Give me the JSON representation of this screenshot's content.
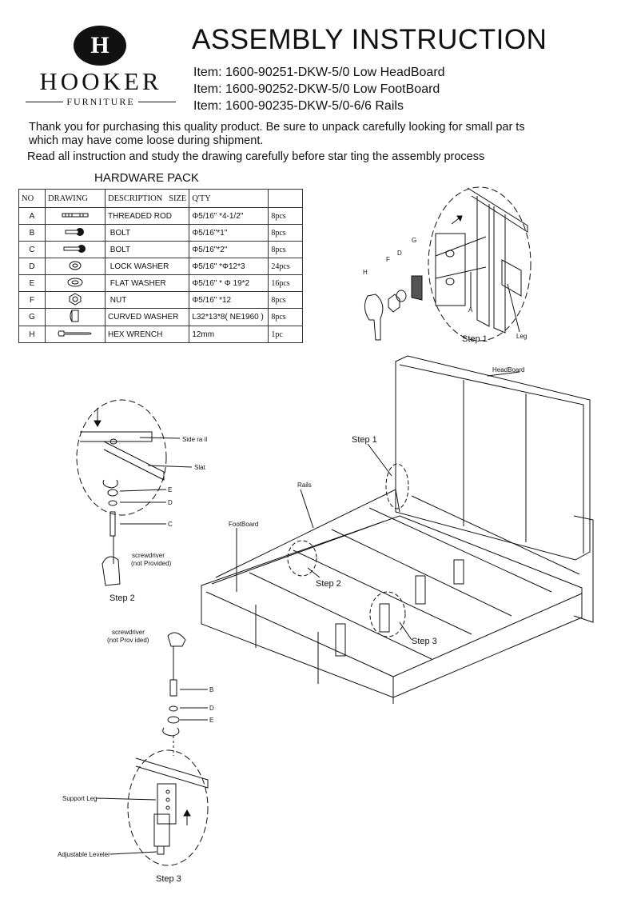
{
  "brand": {
    "logo_letter": "H",
    "name": "HOOKER",
    "sub": "FURNITURE"
  },
  "title": "ASSEMBLY INSTRUCTION",
  "items": [
    "Item: 1600-90251-DKW-5/0 Low HeadBoard",
    "Item: 1600-90252-DKW-5/0 Low FootBoard",
    "Item: 1600-90235-DKW-5/0-6/6 Rails"
  ],
  "intro_line1": "Thank you for purchasing this quality product. Be sure to unpack carefully looking for small par   ts",
  "intro_line2": "which may have come loose during  shipment.",
  "intro_line3": "Read all instruction and study the drawing carefully before star  ting the assembly process",
  "hardware": {
    "title": "HARDWARE PACK",
    "headers": {
      "no": "NO",
      "drawing": "DRAWING",
      "description": "DESCRIPTION",
      "size": "SIZE",
      "qty": "Q'TY"
    },
    "rows": [
      {
        "no": "A",
        "desc": "THREADED ROD",
        "size": "Φ5/16\" *4-1/2\"",
        "qty": "8pcs",
        "icon": "threaded-rod"
      },
      {
        "no": "B",
        "desc": "BOLT",
        "size": "Φ5/16\"*1\"",
        "qty": "8pcs",
        "icon": "bolt"
      },
      {
        "no": "C",
        "desc": "BOLT",
        "size": "Φ5/16\"*2\"",
        "qty": "8pcs",
        "icon": "bolt"
      },
      {
        "no": "D",
        "desc": "LOCK WASHER",
        "size": "Φ5/16\" *Φ12*3",
        "qty": "24pcs",
        "icon": "lock-washer"
      },
      {
        "no": "E",
        "desc": "FLAT WASHER",
        "size": "Φ5/16\" * Φ 19*2",
        "qty": "16pcs",
        "icon": "flat-washer"
      },
      {
        "no": "F",
        "desc": "NUT",
        "size": "Φ5/16\" *12",
        "qty": "8pcs",
        "icon": "nut"
      },
      {
        "no": "G",
        "desc": "CURVED WASHER",
        "size": "L32*13*8( NE1960 )",
        "qty": "8pcs",
        "icon": "curved-washer"
      },
      {
        "no": "H",
        "desc": "HEX WRENCH",
        "size": "12mm",
        "qty": "1pc",
        "icon": "hex-wrench"
      }
    ]
  },
  "labels": {
    "step1": "Step 1",
    "step1b": "Step 1",
    "step2": "Step 2",
    "step2b": "Step 2",
    "step3": "Step 3",
    "step3b": "Step 3",
    "leg": "Leg",
    "headboard": "HeadBoard",
    "footboard": "FootBoard",
    "rails": "Rails",
    "side_rail": "Side ra il",
    "slat": "Slat",
    "screwdriver1": "screwdriver",
    "not_provided1": "(not Provided)",
    "screwdriver2": "screwdriver",
    "not_provided2": "(not Prov ided)",
    "support_leg": "Support Leg",
    "adjustable_leveler": "Adjustable Leveler",
    "g": "G",
    "f": "F",
    "d": "D",
    "h": "H",
    "a": "A",
    "e1": "E",
    "d1": "D",
    "c1": "C",
    "b2": "B",
    "d2": "D",
    "e2": "E"
  }
}
